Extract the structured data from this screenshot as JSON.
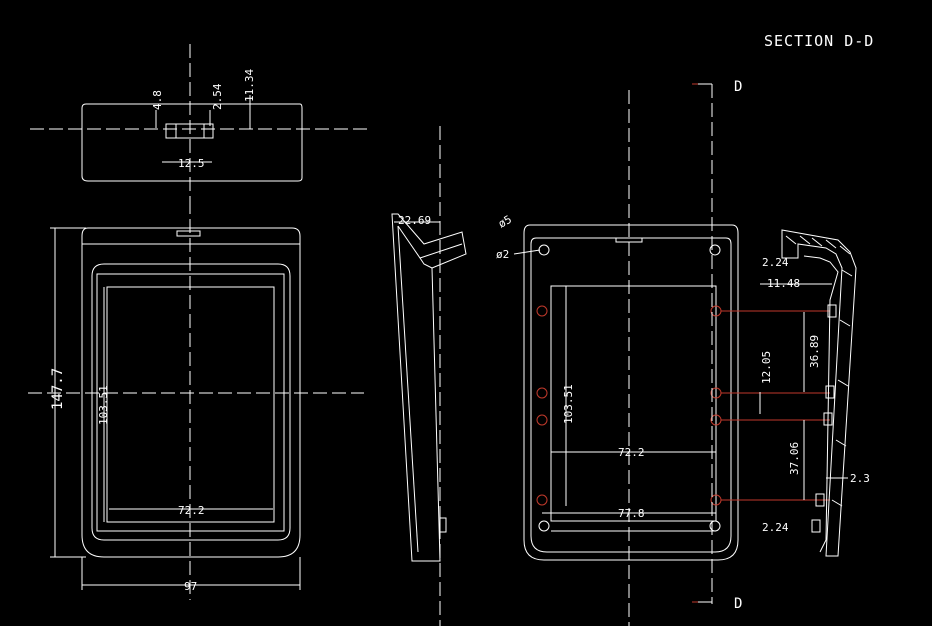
{
  "title": "SECTION D-D",
  "section_marker": "D",
  "top_view": {
    "dims": [
      "4.8",
      "2.54",
      "11.34",
      "12.5"
    ]
  },
  "front_view": {
    "height": "147.7",
    "inner_height": "103.51",
    "inner_width": "72.2",
    "width": "97"
  },
  "side_view": {
    "thickness": "22.69"
  },
  "back_view": {
    "hole_large": "ø5",
    "hole_small": "ø2",
    "inner_height": "103.51",
    "inner_width": "72.2",
    "bottom_width": "77.8"
  },
  "section_view": {
    "dims": [
      "2.24",
      "11.48",
      "36.89",
      "12.05",
      "37.06",
      "2.3",
      "2.24"
    ]
  }
}
